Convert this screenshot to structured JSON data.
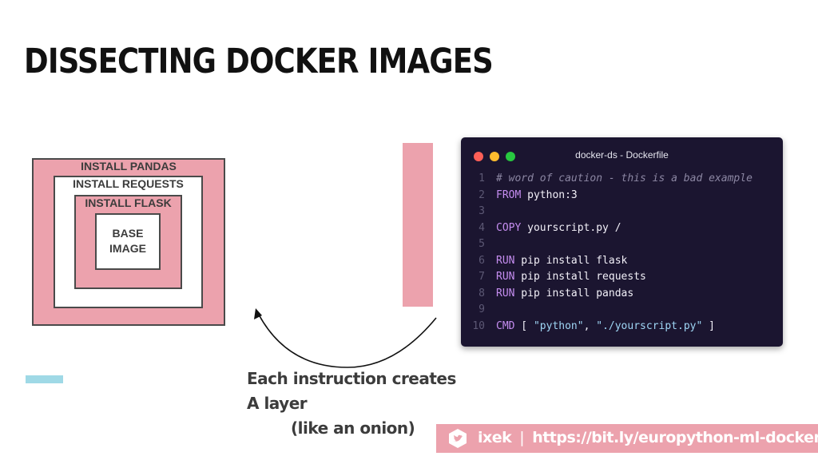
{
  "slide": {
    "title": "DISSECTING DOCKER IMAGES",
    "layers": [
      "INSTALL PANDAS",
      "INSTALL REQUESTS",
      "INSTALL FLASK",
      "BASE IMAGE"
    ],
    "caption": {
      "line1": "Each instruction creates",
      "line2": "A layer",
      "line3": "(like an onion)"
    }
  },
  "terminal": {
    "title": "docker-ds - Dockerfile",
    "lines": [
      {
        "n": "1",
        "comment": "# word of caution - this is a bad example"
      },
      {
        "n": "2",
        "kw": "FROM",
        "rest": " python:3"
      },
      {
        "n": "3"
      },
      {
        "n": "4",
        "kw": "COPY",
        "rest": " yourscript.py /"
      },
      {
        "n": "5"
      },
      {
        "n": "6",
        "kw": "RUN",
        "rest": " pip install flask"
      },
      {
        "n": "7",
        "kw": "RUN",
        "rest": " pip install requests"
      },
      {
        "n": "8",
        "kw": "RUN",
        "rest": " pip install pandas"
      },
      {
        "n": "9"
      },
      {
        "n": "10",
        "kw": "CMD",
        "p1": " [ ",
        "s1": "\"python\"",
        "p2": ", ",
        "s2": "\"./yourscript.py\"",
        "p3": " ]"
      }
    ]
  },
  "footer": {
    "handle": "ixek",
    "separator": "|",
    "url": "https://bit.ly/europython-ml-docker",
    "icon": "twitter-bird-icon"
  },
  "colors": {
    "accent_pink": "#eca2ad",
    "accent_blue": "#9fd9e6",
    "terminal_bg": "#1b1530",
    "keyword": "#c58df0",
    "string": "#9fd6f5"
  }
}
